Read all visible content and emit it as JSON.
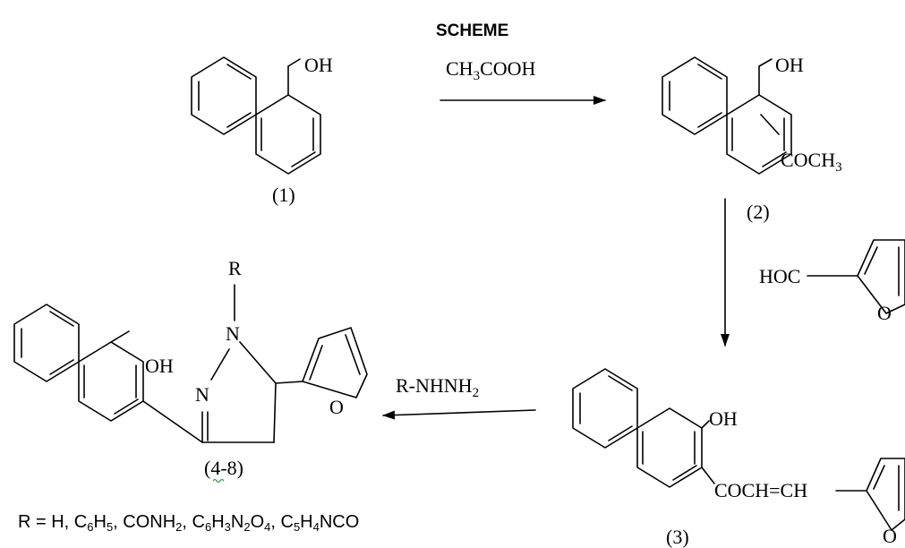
{
  "title": "SCHEME",
  "labels": {
    "oh": "OH",
    "reagent1_main": "CH",
    "reagent1_sub": "3",
    "reagent1_rest": "COOH",
    "coch_main": "COCH",
    "coch_sub": "3",
    "hoc": "HOC",
    "o": "O",
    "n": "N",
    "r": "R",
    "reagent2_main": "R-NHNH",
    "reagent2_sub": "2",
    "chalcone": "COCH=CH",
    "cmp1": "(1)",
    "cmp2": "(2)",
    "cmp3": "(3)",
    "cmp48_open": "(",
    "cmp48_num": "4",
    "cmp48_rest": "-8)"
  },
  "footnote": {
    "prefix": "R = H, C",
    "s1": "6",
    "a1": "H",
    "s2": "5",
    "a2": ", CONH",
    "s3": "2",
    "a3": ", C",
    "s4": "6",
    "a4": "H",
    "s5": "3",
    "a5": "N",
    "s6": "2",
    "a6": "O",
    "s7": "4",
    "a7": ", C",
    "s8": "5",
    "a8": "H",
    "s9": "4",
    "a9": "NCO"
  }
}
